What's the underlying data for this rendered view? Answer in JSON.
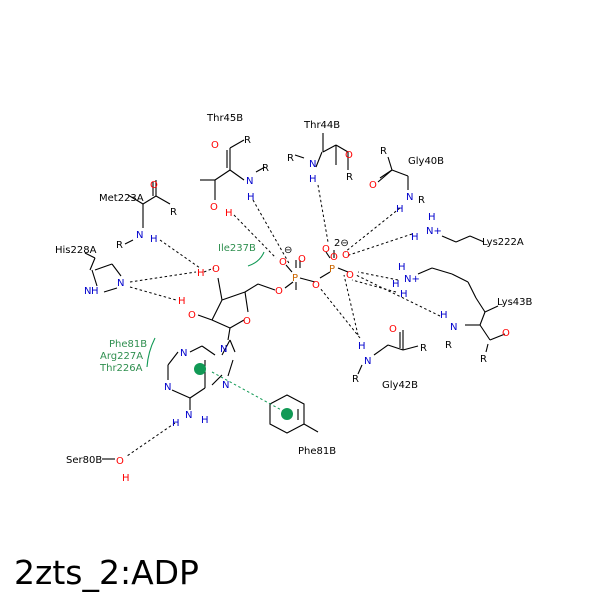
{
  "title": "2zts_2:ADP",
  "colors": {
    "nitrogen": "#0000cc",
    "oxygen": "#ff0000",
    "phosphorus": "#cc6600",
    "hydrophobic": "#119955",
    "bond": "#000000"
  },
  "residues": {
    "thr45b": "Thr45B",
    "thr44b": "Thr44B",
    "gly40b": "Gly40B",
    "met223a": "Met223A",
    "his228a": "His228A",
    "lys222a": "Lys222A",
    "lys43b": "Lys43B",
    "gly42b": "Gly42B",
    "ser80b": "Ser80B",
    "phe81b": "Phe81B"
  },
  "hydrophobic_contacts": {
    "ile237b": "Ile237B",
    "phe81b": "Phe81B",
    "arg227a": "Arg227A",
    "thr226a": "Thr226A"
  },
  "atom_labels": {
    "R": "R",
    "O": "O",
    "N": "N",
    "H": "H",
    "P": "P",
    "Nplus": "N+",
    "minus_charge": "⊖",
    "two_minus_charge": "2⊖"
  }
}
